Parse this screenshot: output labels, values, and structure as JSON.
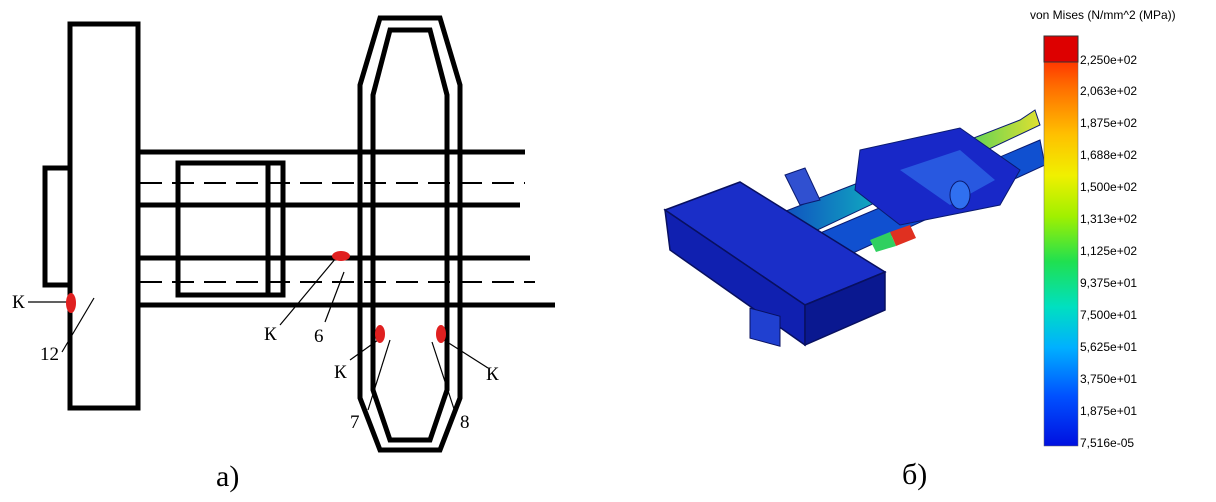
{
  "panel_a": {
    "caption": "а)",
    "point_labels": [
      "12",
      "6",
      "7",
      "8"
    ],
    "marker_label": "К",
    "marker_color": "#e02020"
  },
  "panel_b": {
    "caption": "б)",
    "legend_title": "von Mises (N/mm^2 (MPa))",
    "legend_ticks": [
      "2,250e+02",
      "2,063e+02",
      "1,875e+02",
      "1,688e+02",
      "1,500e+02",
      "1,313e+02",
      "1,125e+02",
      "9,375e+01",
      "7,500e+01",
      "5,625e+01",
      "3,750e+01",
      "1,875e+01",
      "7,516e-05"
    ],
    "colormap": [
      "#ff0000",
      "#ff6a00",
      "#ffb000",
      "#f2f000",
      "#a8f000",
      "#30e040",
      "#00e0a0",
      "#00c8f0",
      "#0090ff",
      "#0050ff",
      "#0020f0"
    ],
    "max_marker_color": "#dd0000",
    "model_color": "#1020b0"
  }
}
